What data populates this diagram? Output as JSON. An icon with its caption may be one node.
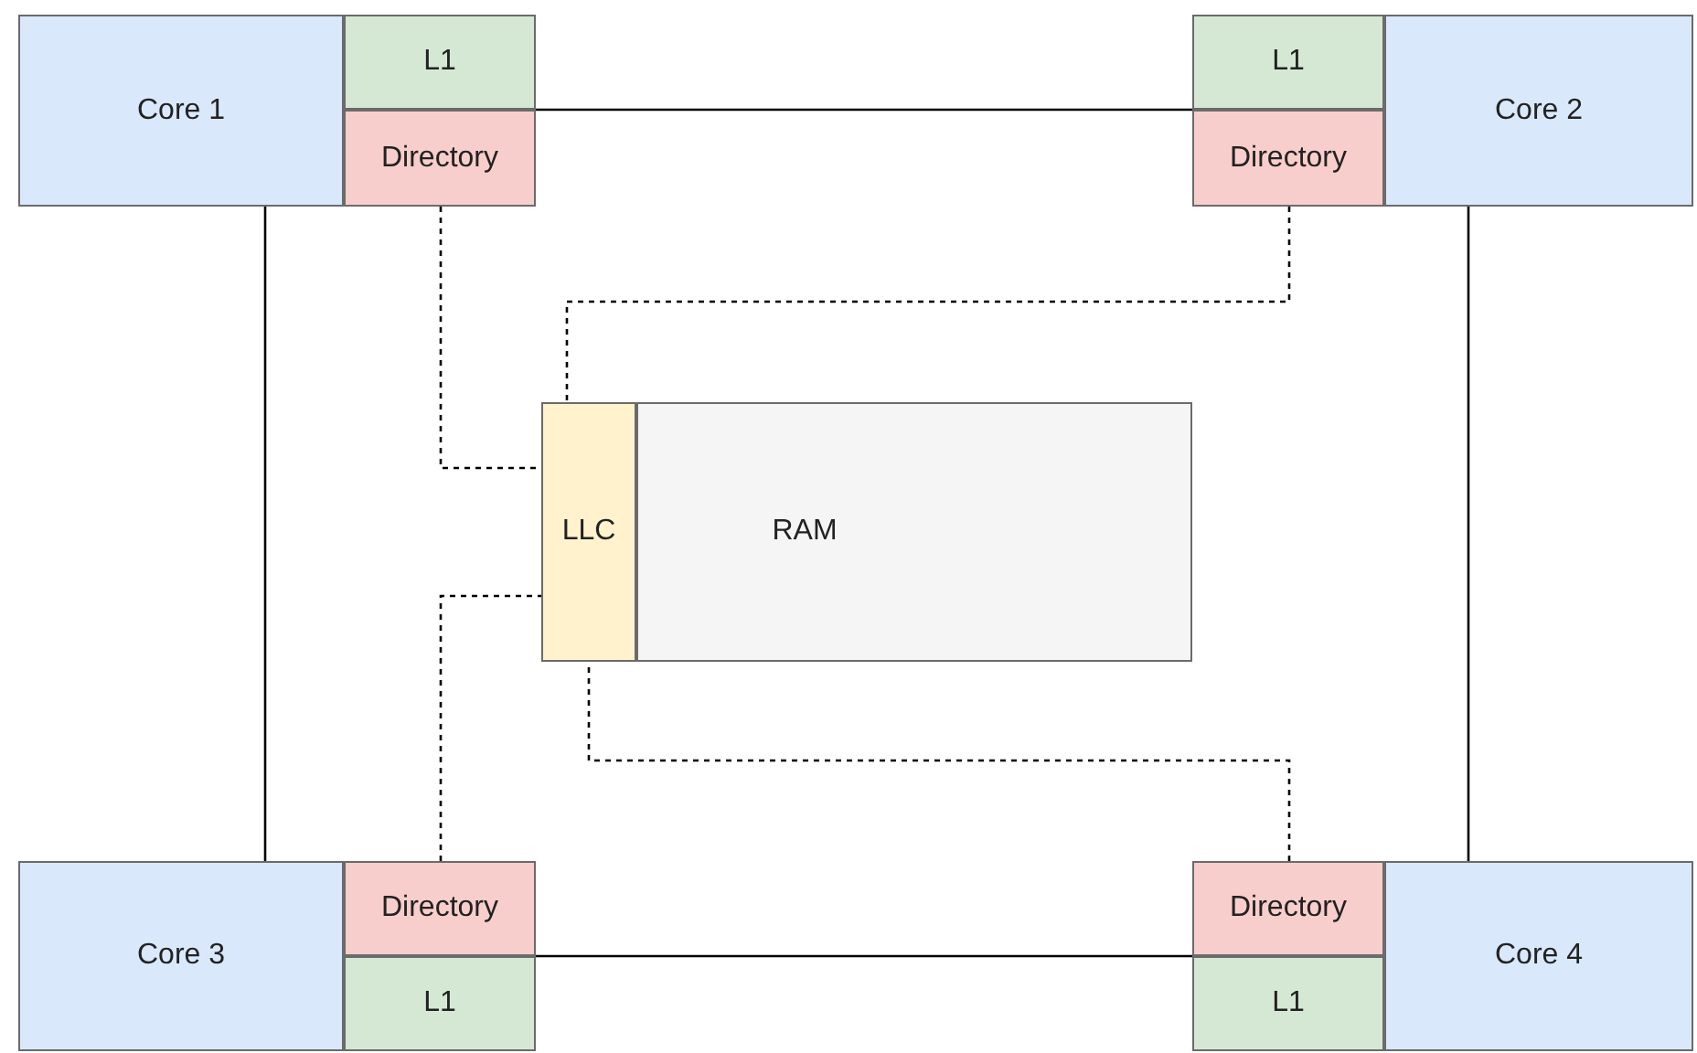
{
  "diagram": {
    "nodes": [
      {
        "text": [
          "Core 1"
        ]
      },
      {
        "text": [
          "L1"
        ]
      },
      {
        "text": [
          "Directory"
        ]
      },
      {
        "text": [
          "L1"
        ]
      },
      {
        "text": [
          "Directory"
        ]
      },
      {
        "text": [
          "Core 2"
        ]
      },
      {
        "text": [
          "LLC"
        ]
      },
      {
        "text": [
          "RAM"
        ]
      },
      {
        "text": [
          "Directory"
        ]
      },
      {
        "text": [
          "Core 3"
        ]
      },
      {
        "text": [
          "L1"
        ]
      },
      {
        "text": [
          "Directory"
        ]
      },
      {
        "text": [
          "Core 4"
        ]
      },
      {
        "text": [
          "L1"
        ]
      }
    ],
    "edges": [
      {
        "from": 1,
        "to": 3,
        "arrow": "none"
      },
      {
        "from": 0,
        "to": 9,
        "arrow": "none"
      },
      {
        "from": 5,
        "to": 12,
        "arrow": "none"
      },
      {
        "from": 10,
        "to": 13,
        "arrow": "none"
      },
      {
        "from": 2,
        "to": 6,
        "arrow": "none",
        "style": "dashed"
      },
      {
        "from": 4,
        "to": 6,
        "arrow": "none",
        "style": "dashed"
      },
      {
        "from": 8,
        "to": 6,
        "arrow": "none",
        "style": "dashed"
      },
      {
        "from": 11,
        "to": 6,
        "arrow": "none",
        "style": "dashed"
      }
    ]
  }
}
